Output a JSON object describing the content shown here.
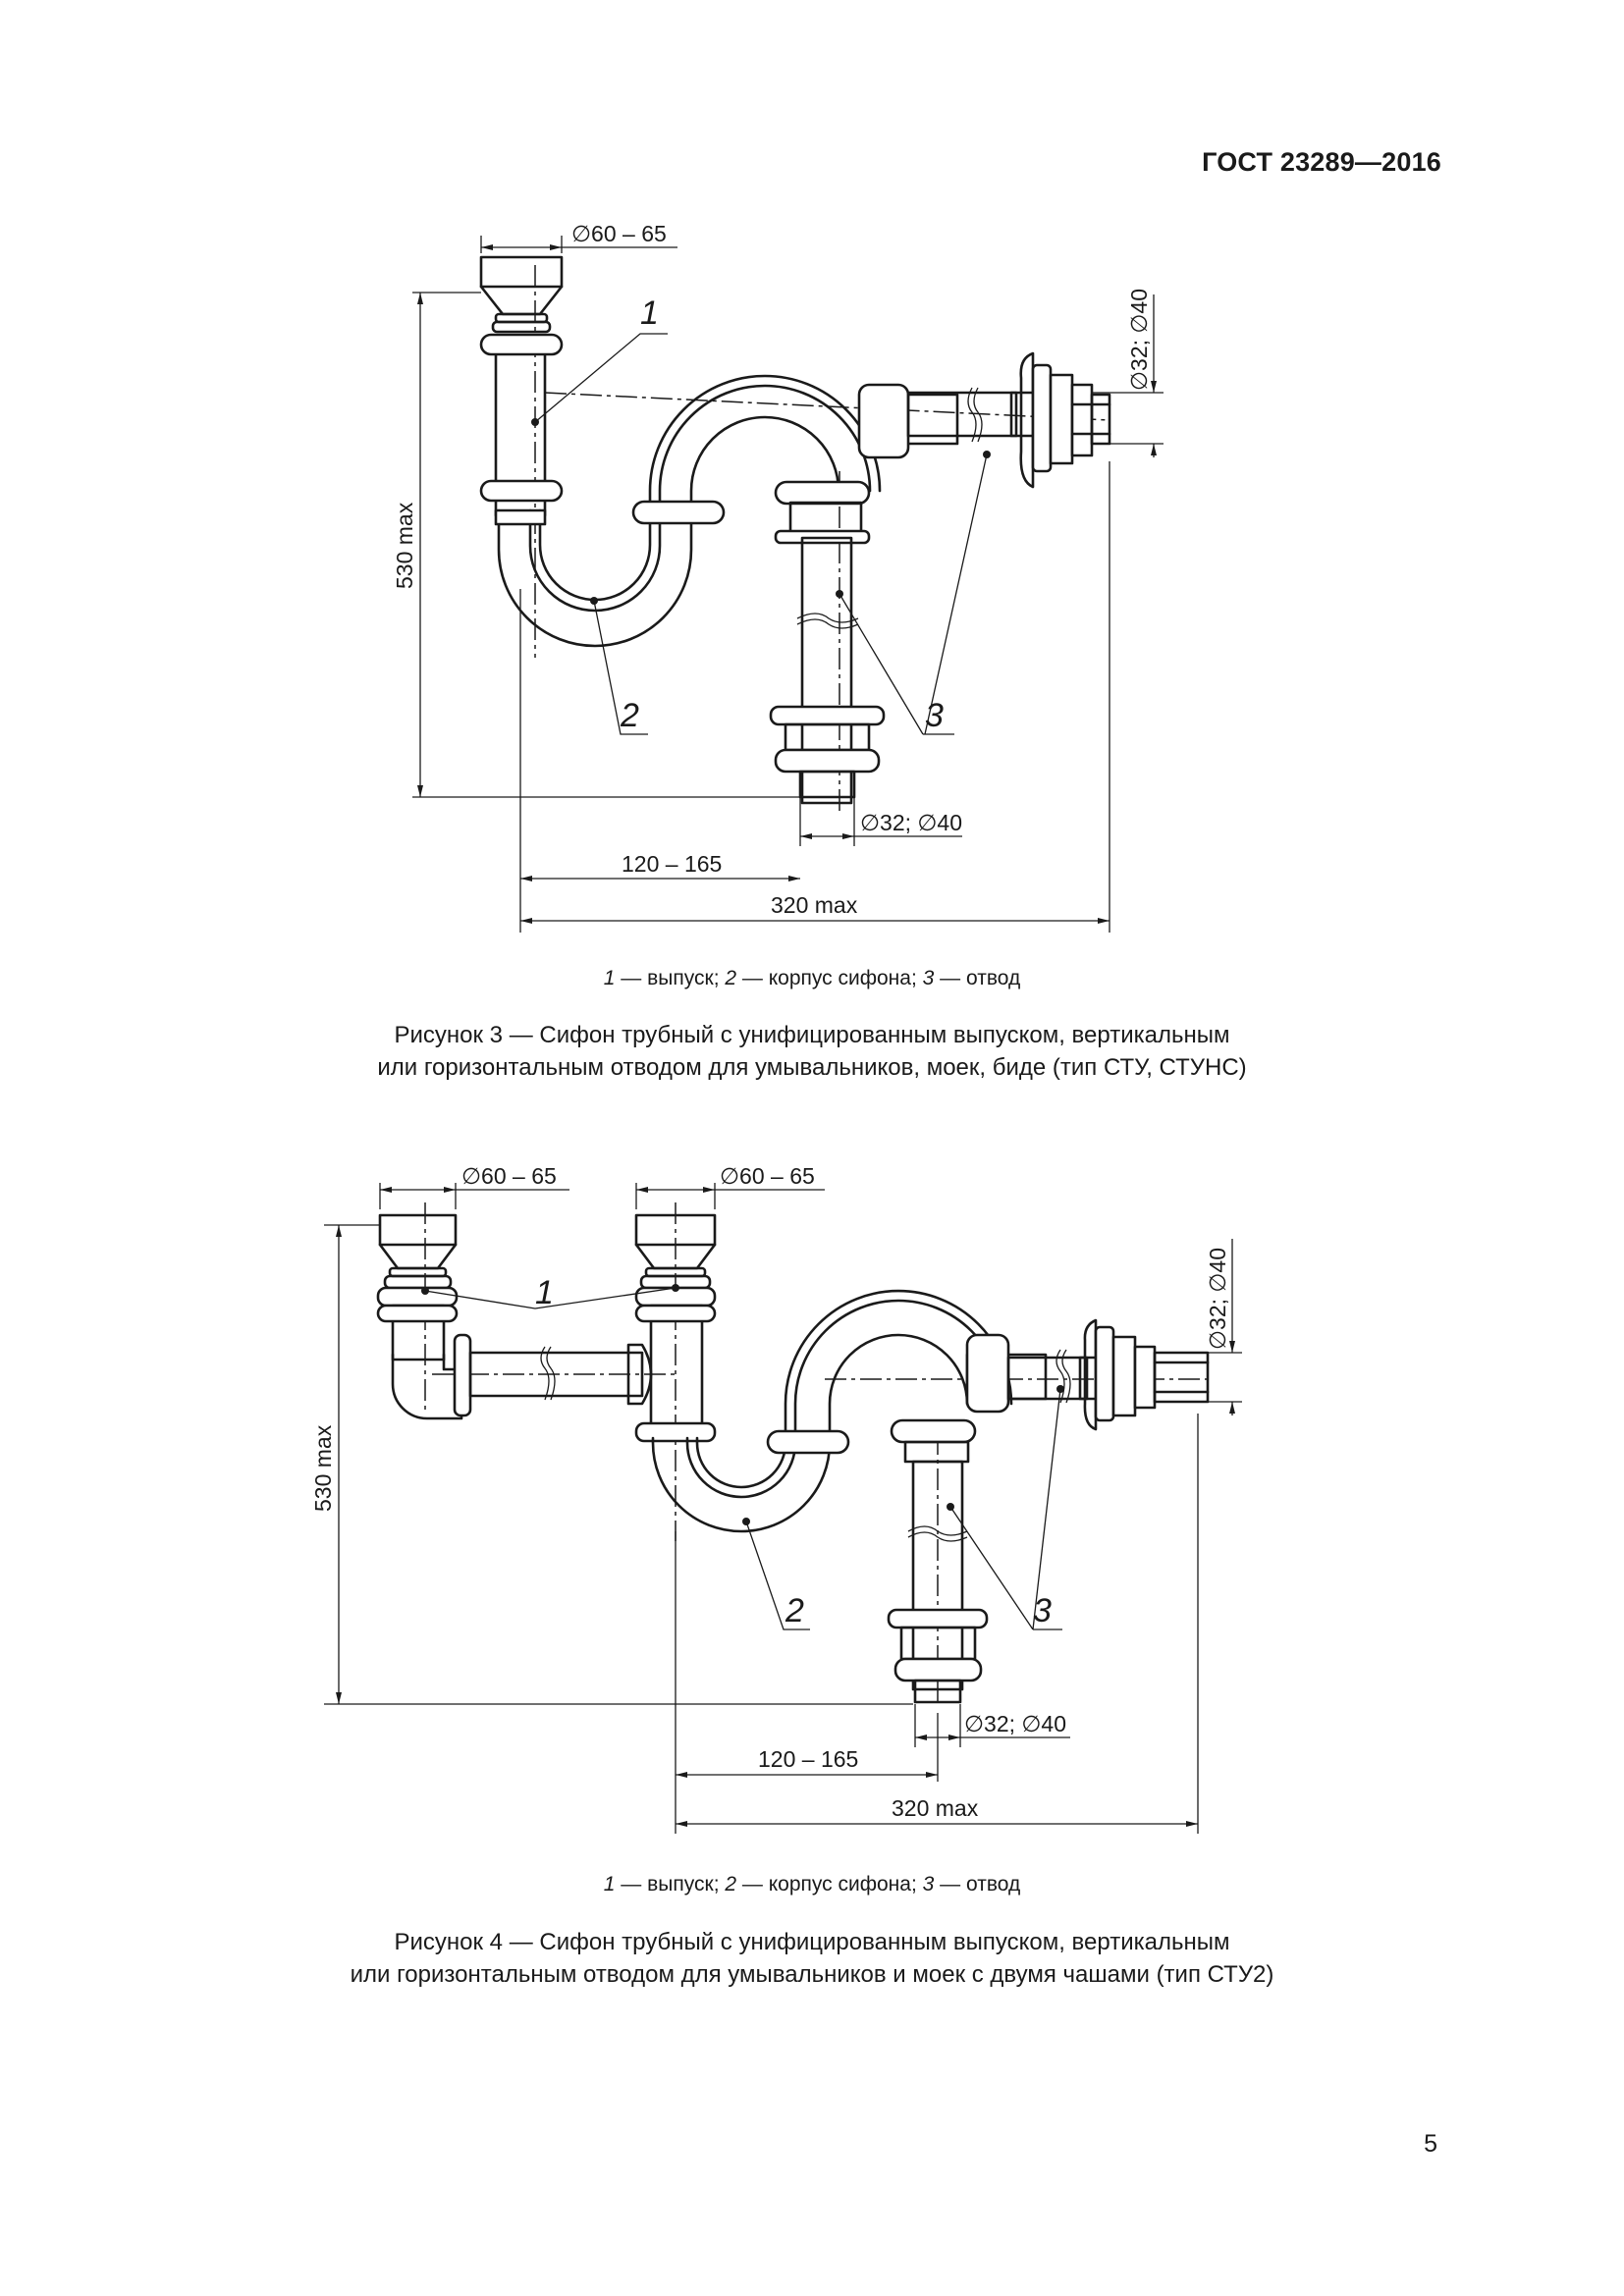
{
  "header": {
    "standard": "ГОСТ 23289—2016"
  },
  "figure3": {
    "dims": {
      "d_inlet": "∅60 – 65",
      "d_horizontal": "∅32; ∅40",
      "d_vertical": "∅32; ∅40",
      "height": "530 max",
      "offset": "120 – 165",
      "width": "320 max"
    },
    "labels": {
      "p1": "1",
      "p2": "2",
      "p3": "3"
    },
    "legend": {
      "n1": "1",
      "t1": " — выпуск; ",
      "n2": "2",
      "t2": " — корпус сифона; ",
      "n3": "3",
      "t3": " — отвод"
    },
    "caption": {
      "line1": "Рисунок 3 — Сифон трубный с унифицированным выпуском, вертикальным",
      "line2": "или горизонтальным отводом для умывальников, моек, биде (тип СТУ, СТУНС)"
    }
  },
  "figure4": {
    "dims": {
      "d_inlet_left": "∅60 – 65",
      "d_inlet_right": "∅60 – 65",
      "d_horizontal": "∅32; ∅40",
      "d_vertical": "∅32; ∅40",
      "height": "530 max",
      "offset": "120 – 165",
      "width": "320 max"
    },
    "labels": {
      "p1": "1",
      "p2": "2",
      "p3": "3"
    },
    "legend": {
      "n1": "1",
      "t1": " — выпуск; ",
      "n2": "2",
      "t2": " — корпус сифона; ",
      "n3": "3",
      "t3": " — отвод"
    },
    "caption": {
      "line1": "Рисунок 4 — Сифон трубный с унифицированным выпуском, вертикальным",
      "line2": "или горизонтальным отводом для умывальников и моек с двумя чашами (тип СТУ2)"
    }
  },
  "page": {
    "number": "5"
  }
}
